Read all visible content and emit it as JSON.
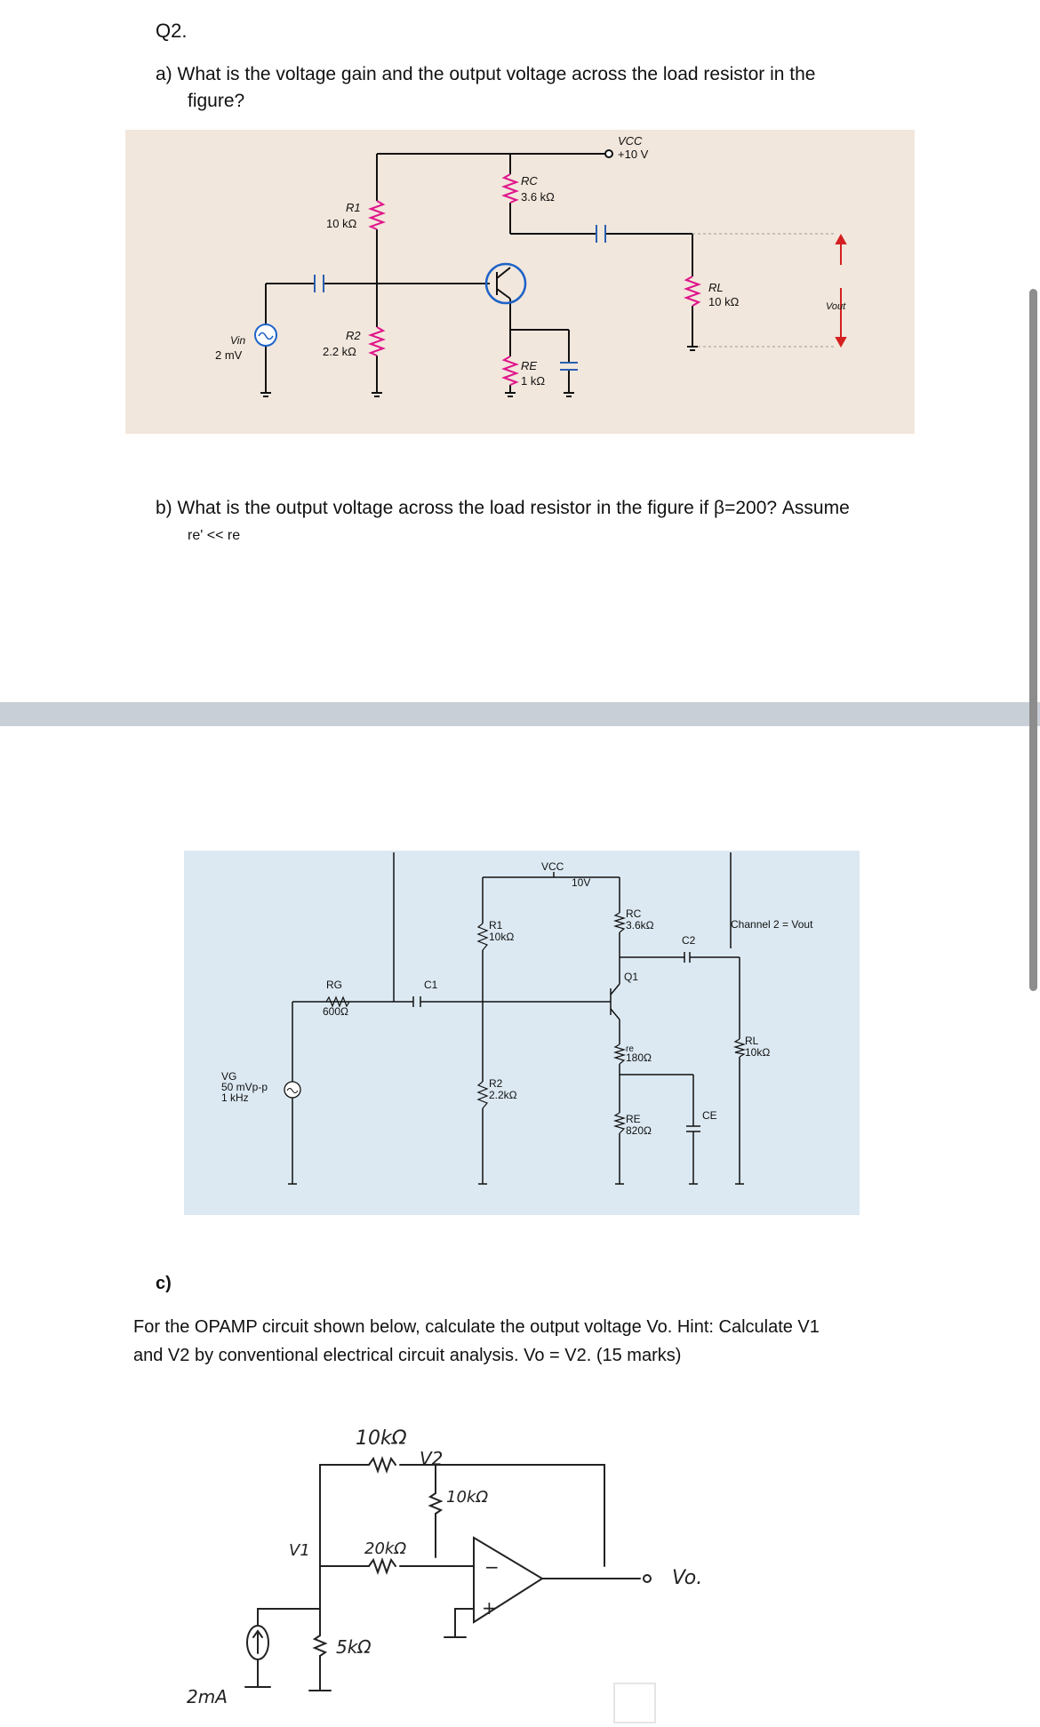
{
  "question": {
    "number": "Q2.",
    "part_a": "a) What is the voltage gain and the output voltage across the load resistor in the",
    "part_a_line2": "figure?",
    "part_b": "b) What is the output voltage across the load resistor in the figure if β=200? Assume",
    "part_b_line2": "re' << re",
    "part_c_label": "c)",
    "part_c": "For the OPAMP circuit shown below, calculate the output voltage Vo. Hint: Calculate V1",
    "part_c_line2": "and V2 by conventional electrical circuit analysis. Vo = V2. (15 marks)"
  },
  "figure1": {
    "vcc_label": "VCC",
    "vcc_value": "+10 V",
    "rc_label": "RC",
    "rc_value": "3.6 kΩ",
    "r1_label": "R1",
    "r1_value": "10 kΩ",
    "r2_label": "R2",
    "r2_value": "2.2 kΩ",
    "re_label": "RE",
    "re_value": "1 kΩ",
    "rl_label": "RL",
    "rl_value": "10 kΩ",
    "vin_label": "Vin",
    "vin_value": "2 mV",
    "vout_label": "Vout"
  },
  "figure2": {
    "vcc_label": "VCC",
    "vcc_value": "10V",
    "rc_label": "RC",
    "rc_value": "3.6kΩ",
    "r1_label": "R1",
    "r1_value": "10kΩ",
    "r2_label": "R2",
    "r2_value": "2.2kΩ",
    "rg_label": "RG",
    "rg_value": "600Ω",
    "c1_label": "C1",
    "c2_label": "C2",
    "q1_label": "Q1",
    "re_small_label": "re",
    "re_small_value": "180Ω",
    "re_label": "RE",
    "re_value": "820Ω",
    "ce_label": "CE",
    "rl_label": "RL",
    "rl_value": "10kΩ",
    "vg_label": "VG",
    "vg_amp": "50 mVp-p",
    "vg_freq": "1 kHz",
    "channel": "Channel 2 = Vout"
  },
  "figure3": {
    "r_top": "10kΩ",
    "v2": "V2",
    "r_mid": "10kΩ",
    "r_20k": "20kΩ",
    "v1": "V1",
    "r_5k": "5kΩ",
    "source": "2mA",
    "vo": "Vo.",
    "minus": "−",
    "plus": "+"
  },
  "colors": {
    "panel1_bg": "#f2e7dc",
    "panel2_bg": "#dce9f2",
    "resistor_pink": "#e0148a",
    "source_blue": "#1e63c8",
    "band_gray": "#c9cfd6"
  }
}
